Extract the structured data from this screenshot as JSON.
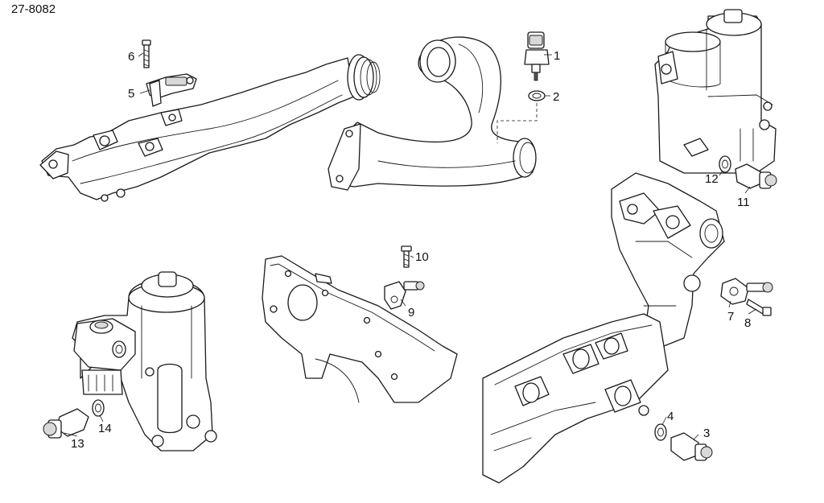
{
  "diagram": {
    "reference_number": "27-8082",
    "callouts": [
      {
        "id": "c1",
        "label": "1"
      },
      {
        "id": "c2",
        "label": "2"
      },
      {
        "id": "c3",
        "label": "3"
      },
      {
        "id": "c4",
        "label": "4"
      },
      {
        "id": "c5",
        "label": "5"
      },
      {
        "id": "c6",
        "label": "6"
      },
      {
        "id": "c7",
        "label": "7"
      },
      {
        "id": "c8",
        "label": "8"
      },
      {
        "id": "c9",
        "label": "9"
      },
      {
        "id": "c10",
        "label": "10"
      },
      {
        "id": "c11",
        "label": "11"
      },
      {
        "id": "c12",
        "label": "12"
      },
      {
        "id": "c13",
        "label": "13"
      },
      {
        "id": "c14",
        "label": "14"
      }
    ]
  }
}
